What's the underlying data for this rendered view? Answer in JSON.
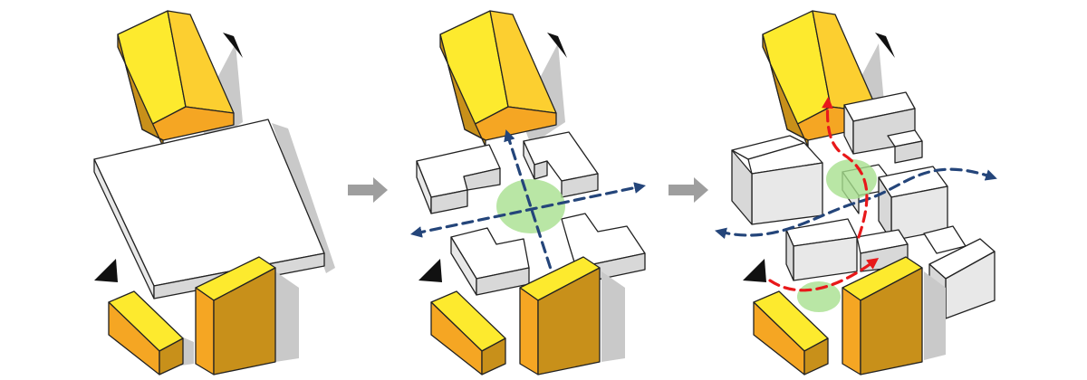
{
  "colors": {
    "background": "#ffffff",
    "yellow_light": "#fdea2e",
    "yellow_mid": "#fccf30",
    "yellow_dark": "#f5a623",
    "gold_side": "#c8901a",
    "white_top": "#ffffff",
    "white_side": "#e8e8e8",
    "white_dark": "#d8d8d8",
    "shadow": "#c9c9c9",
    "circulation_blue": "#24457a",
    "pedestrian_red": "#e8181a",
    "green_space": "#a8e08f",
    "process_arrow": "#9e9e9e",
    "marker": "#111111"
  },
  "diagram": {
    "panels": [
      "massing-block",
      "courtyard-split",
      "final-massing"
    ],
    "steps": 3,
    "transitions": 2
  }
}
